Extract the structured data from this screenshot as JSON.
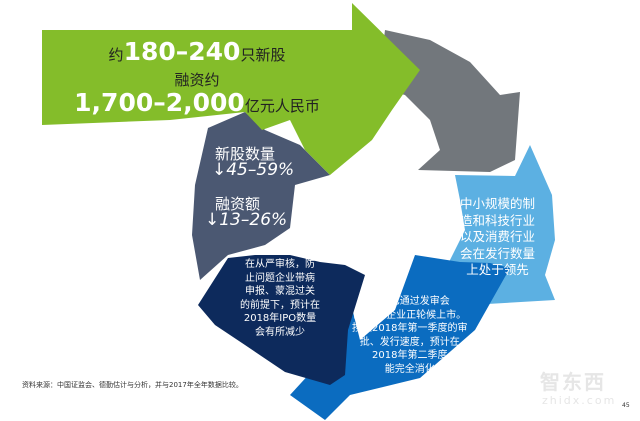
{
  "colors": {
    "green": "#84bd2a",
    "gray": "#72777c",
    "slate": "#4b5872",
    "navy": "#0d2a5c",
    "blue": "#0b6cc0",
    "light_blue": "#5cb0e2"
  },
  "green_arrow": {
    "prefix": "约",
    "count": "180–240",
    "count_suffix": "只新股",
    "line2": "融资约",
    "amount": "1,700–2,000",
    "amount_suffix": "亿元人民币"
  },
  "slate_arrow": {
    "label1": "新股数量",
    "value1": "↓45–59%",
    "label2": "融资额",
    "value2": "↓13–26%"
  },
  "light_blue_arrow": {
    "lines": [
      "中小规模的制",
      "造和科技行业",
      "以及消费行业",
      "会在发行数量",
      "上处于领先"
    ]
  },
  "navy_arrow": {
    "lines": [
      "在从严审核，防",
      "止问题企业带病",
      "申报、蒙混过关",
      "的前提下，预计在",
      "2018年IPO数量",
      "会有所减少"
    ]
  },
  "blue_arrow": {
    "lines": [
      "目前已通过发审会",
      "的24家企业正轮候上市。",
      "按照2018年第一季度的审",
      "批、发行速度，预计在",
      "2018年第二季度",
      "能完全消化"
    ]
  },
  "footnote": "资料来源：中国证监会、德勤估计与分析，并与2017年全年数据比较。",
  "watermark": {
    "logo": "智东西",
    "url": "zhidx.com"
  },
  "page_number": "45"
}
